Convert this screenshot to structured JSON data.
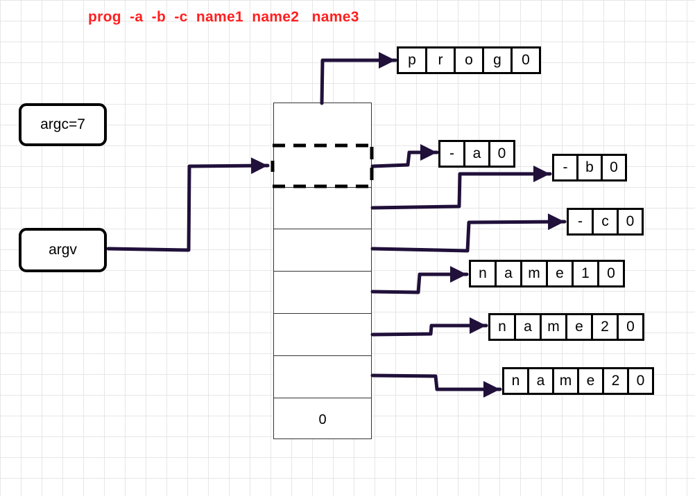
{
  "command_line": "prog  -a  -b  -c  name1  name2   name3",
  "command_color": "#ff1f1f",
  "argc_label": "argc=7",
  "argv_label": "argv",
  "array_terminator": "0",
  "strings": [
    {
      "id": "prog",
      "chars": [
        "p",
        "r",
        "o",
        "g",
        "0"
      ]
    },
    {
      "id": "a",
      "chars": [
        "-",
        "a",
        "0"
      ]
    },
    {
      "id": "b",
      "chars": [
        "-",
        "b",
        "0"
      ]
    },
    {
      "id": "c",
      "chars": [
        "-",
        "c",
        "0"
      ]
    },
    {
      "id": "name1",
      "chars": [
        "n",
        "a",
        "m",
        "e",
        "1",
        "0"
      ]
    },
    {
      "id": "name2",
      "chars": [
        "n",
        "a",
        "m",
        "e",
        "2",
        "0"
      ]
    },
    {
      "id": "name3",
      "chars": [
        "n",
        "a",
        "m",
        "e",
        "2",
        "0"
      ]
    }
  ],
  "arrow_color": "#20103a"
}
